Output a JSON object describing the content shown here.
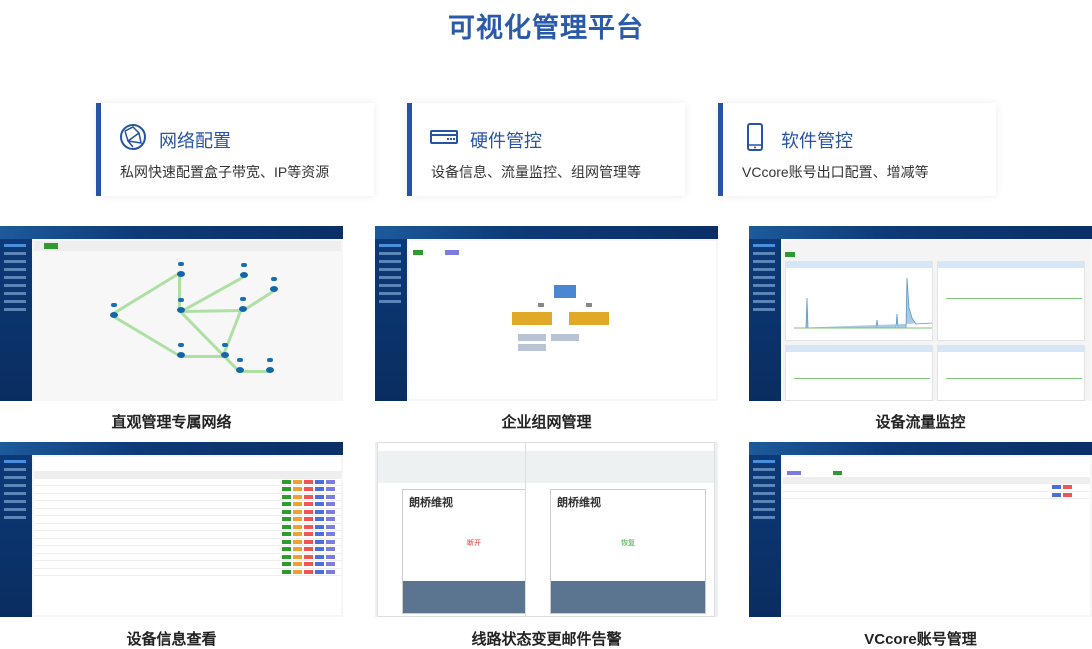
{
  "title": "可视化管理平台",
  "features": [
    {
      "icon": "globe-network-icon",
      "heading": "网络配置",
      "desc": "私网快速配置盒子带宽、IP等资源"
    },
    {
      "icon": "hardware-device-icon",
      "heading": "硬件管控",
      "desc": "设备信息、流量监控、组网管理等"
    },
    {
      "icon": "mobile-phone-icon",
      "heading": "软件管控",
      "desc": "VCcore账号出口配置、增减等"
    }
  ],
  "screenshots": [
    {
      "caption": "直观管理专属网络"
    },
    {
      "caption": "企业组网管理"
    },
    {
      "caption": "设备流量监控"
    },
    {
      "caption": "设备信息查看"
    },
    {
      "caption": "线路状态变更邮件告警",
      "mail": {
        "brand": "朗桥维视",
        "status_down": "断开",
        "status_up": "恢复"
      }
    },
    {
      "caption": "VCcore账号管理"
    }
  ],
  "colors": {
    "accent": "#2653a4",
    "dark_nav": "#0b2f66"
  }
}
